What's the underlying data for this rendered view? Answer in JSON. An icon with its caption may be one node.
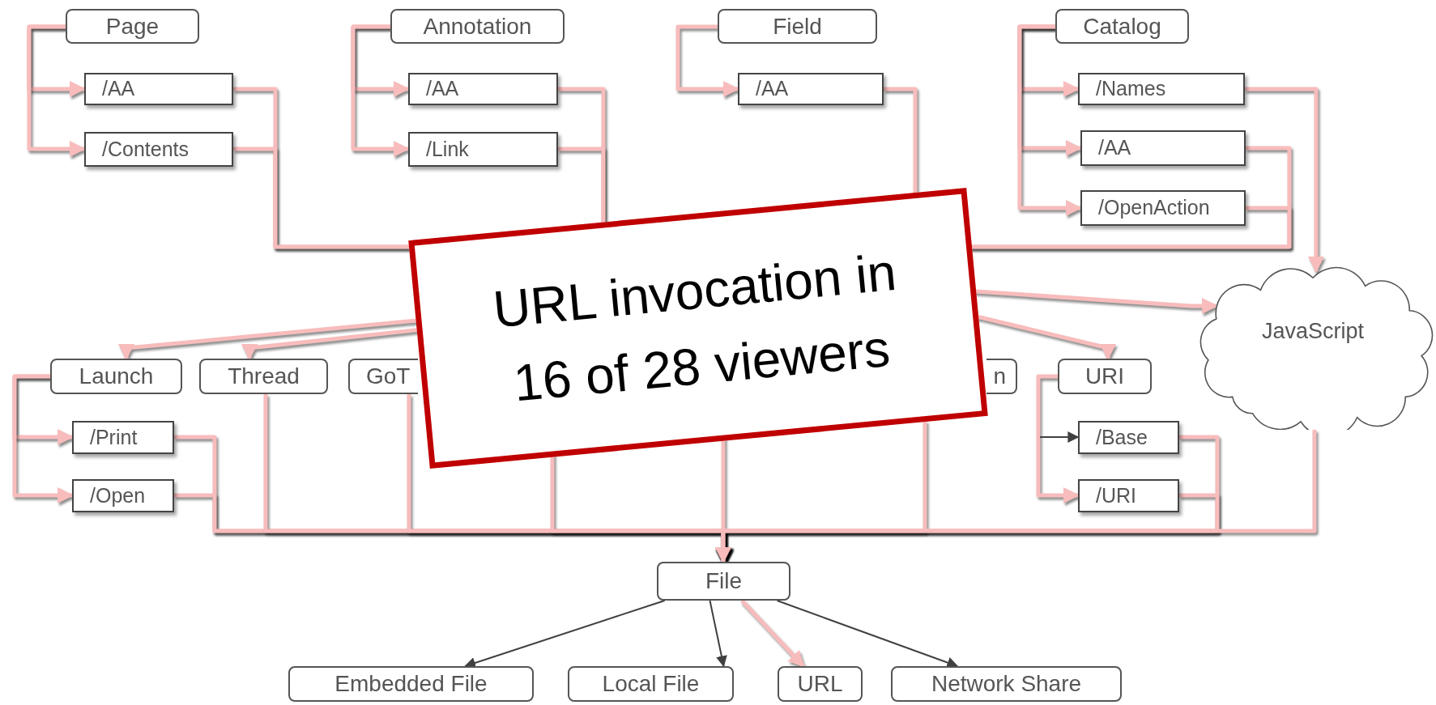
{
  "diagram": {
    "nodes": [
      {
        "text": [
          "Page"
        ]
      },
      {
        "text": [
          "/AA"
        ]
      },
      {
        "text": [
          "/Contents"
        ]
      },
      {
        "text": [
          "Annotation"
        ]
      },
      {
        "text": [
          "/AA"
        ]
      },
      {
        "text": [
          "/Link"
        ]
      },
      {
        "text": [
          "Field"
        ]
      },
      {
        "text": [
          "/AA"
        ]
      },
      {
        "text": [
          "Catalog"
        ]
      },
      {
        "text": [
          "/Names"
        ]
      },
      {
        "text": [
          "/AA"
        ]
      },
      {
        "text": [
          "/OpenAction"
        ]
      },
      {
        "text": [
          "URL invocation in 16 of 28 viewers"
        ]
      },
      {
        "text": [
          "Launch"
        ]
      },
      {
        "text": [
          "/Print"
        ]
      },
      {
        "text": [
          "/Open"
        ]
      },
      {
        "text": [
          "Thread"
        ]
      },
      {
        "text": [
          "GoT"
        ]
      },
      {
        "text": [
          "n"
        ]
      },
      {
        "text": [
          "URI"
        ]
      },
      {
        "text": [
          "/Base"
        ]
      },
      {
        "text": [
          "/URI"
        ]
      },
      {
        "text": [
          "JavaScript"
        ]
      },
      {
        "text": [
          "File"
        ]
      },
      {
        "text": [
          "Embedded File"
        ]
      },
      {
        "text": [
          "Local File"
        ]
      },
      {
        "text": [
          "URL"
        ]
      },
      {
        "text": [
          "Network Share"
        ]
      }
    ],
    "edges": [
      {
        "from": 0,
        "to": 1,
        "arrow": "to"
      },
      {
        "from": 0,
        "to": 2,
        "arrow": "to"
      },
      {
        "from": 1,
        "to": 12,
        "arrow": "none"
      },
      {
        "from": 2,
        "to": 12,
        "arrow": "none"
      },
      {
        "from": 3,
        "to": 4,
        "arrow": "to"
      },
      {
        "from": 3,
        "to": 5,
        "arrow": "to"
      },
      {
        "from": 4,
        "to": 12,
        "arrow": "none"
      },
      {
        "from": 5,
        "to": 12,
        "arrow": "none"
      },
      {
        "from": 6,
        "to": 7,
        "arrow": "to"
      },
      {
        "from": 7,
        "to": 12,
        "arrow": "none"
      },
      {
        "from": 8,
        "to": 9,
        "arrow": "to"
      },
      {
        "from": 8,
        "to": 10,
        "arrow": "to"
      },
      {
        "from": 8,
        "to": 11,
        "arrow": "to"
      },
      {
        "from": 9,
        "to": 22,
        "arrow": "to"
      },
      {
        "from": 10,
        "to": 12,
        "arrow": "none"
      },
      {
        "from": 11,
        "to": 12,
        "arrow": "none"
      },
      {
        "from": 12,
        "to": 13,
        "arrow": "to"
      },
      {
        "from": 12,
        "to": 16,
        "arrow": "to"
      },
      {
        "from": 12,
        "to": 19,
        "arrow": "to"
      },
      {
        "from": 12,
        "to": 22,
        "arrow": "to"
      },
      {
        "from": 13,
        "to": 14,
        "arrow": "to"
      },
      {
        "from": 13,
        "to": 15,
        "arrow": "to"
      },
      {
        "from": 19,
        "to": 21,
        "arrow": "to"
      },
      {
        "from": null,
        "to": 20,
        "arrow": "to",
        "color": "#404040"
      },
      {
        "from": 14,
        "to": 23,
        "arrow": "to"
      },
      {
        "from": 15,
        "to": 23,
        "arrow": "to"
      },
      {
        "from": 16,
        "to": 23,
        "arrow": "to"
      },
      {
        "from": 17,
        "to": 23,
        "arrow": "to"
      },
      {
        "from": 12,
        "to": 23,
        "arrow": "to"
      },
      {
        "from": 12,
        "to": 23,
        "arrow": "to"
      },
      {
        "from": 12,
        "to": 23,
        "arrow": "to"
      },
      {
        "from": 20,
        "to": 23,
        "arrow": "to"
      },
      {
        "from": 21,
        "to": 23,
        "arrow": "to"
      },
      {
        "from": 22,
        "to": 23,
        "arrow": "to"
      },
      {
        "from": 23,
        "to": 24,
        "arrow": "to",
        "color": "#404040"
      },
      {
        "from": 23,
        "to": 25,
        "arrow": "to",
        "color": "#404040"
      },
      {
        "from": 23,
        "to": 26,
        "arrow": "to"
      },
      {
        "from": 23,
        "to": 27,
        "arrow": "to",
        "color": "#404040"
      }
    ]
  }
}
